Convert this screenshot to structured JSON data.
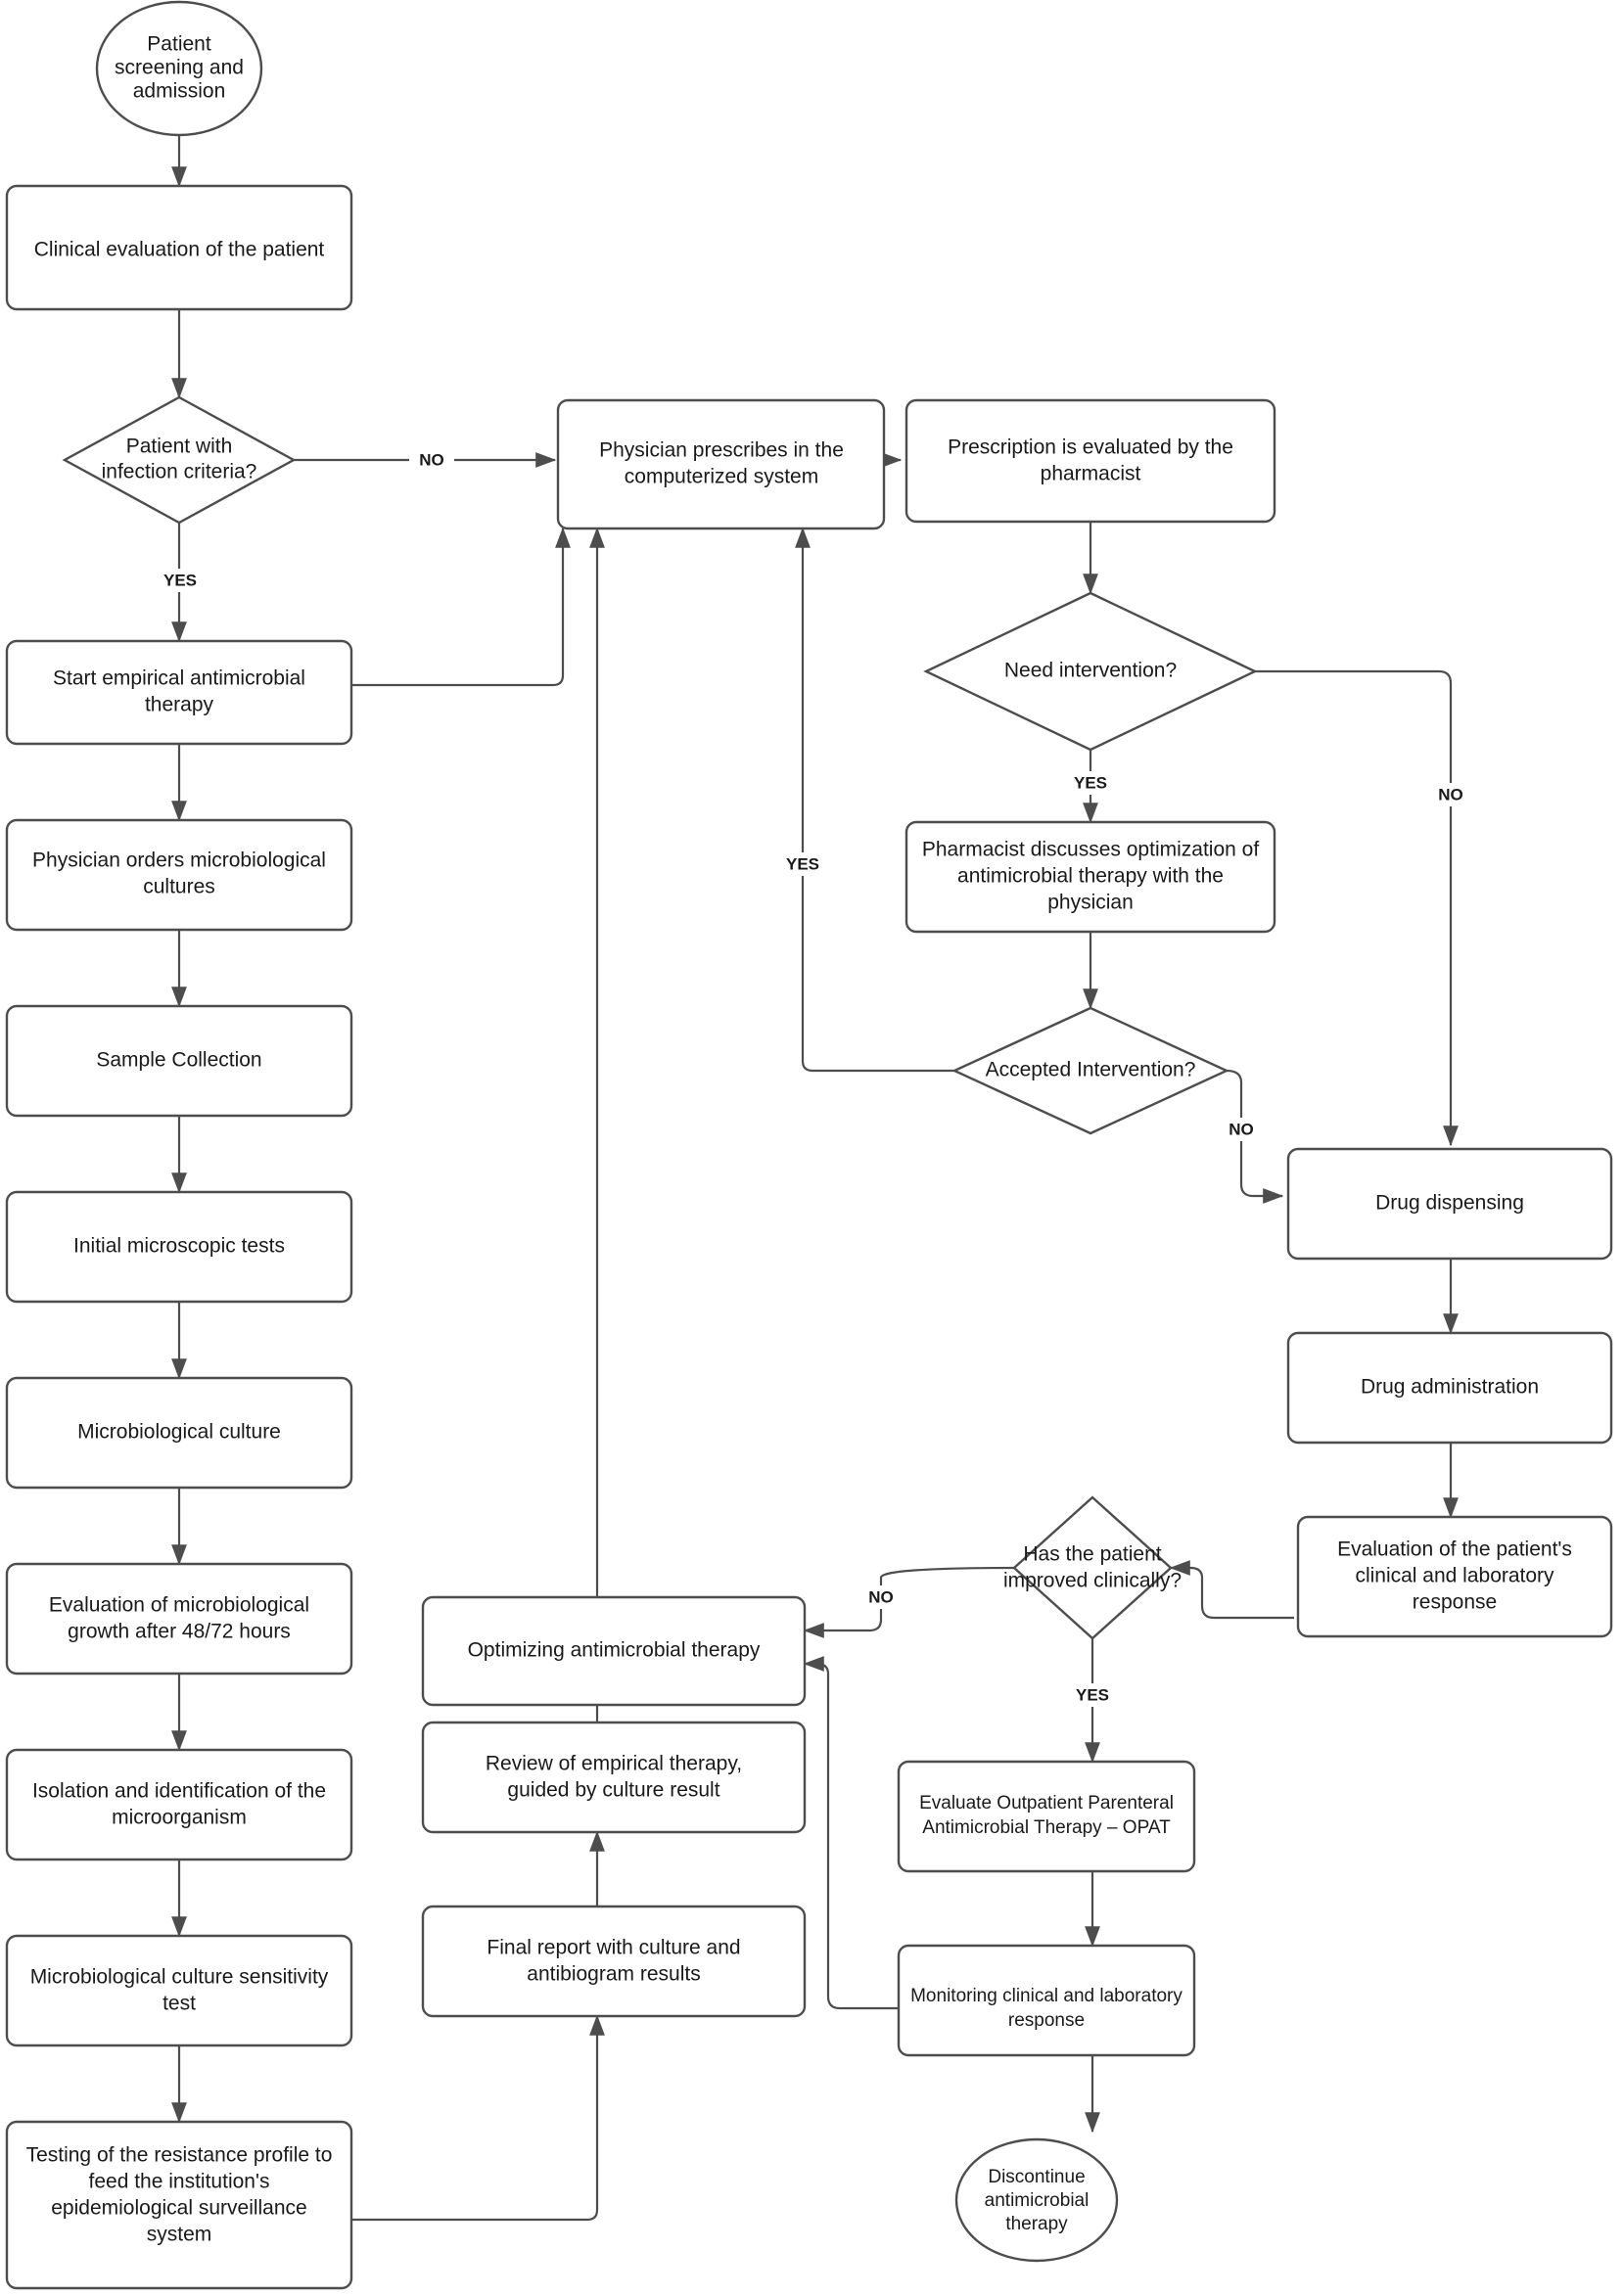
{
  "diagram": {
    "title": "Antimicrobial stewardship clinical workflow flowchart",
    "type": "flowchart",
    "colors": {
      "background": "#ffffff",
      "node_stroke": "#4d4d4d",
      "node_fill": "#ffffff",
      "text": "#1a1a1a",
      "edge_stroke": "#4d4d4d"
    }
  },
  "nodes": {
    "patient_screening": {
      "label_lines": [
        "Patient",
        "screening and",
        "admission"
      ],
      "shape": "ellipse"
    },
    "clinical_evaluation": {
      "label_lines": [
        "Clinical evaluation of the patient"
      ],
      "shape": "rounded-rect"
    },
    "infection_criteria": {
      "label_lines": [
        "Patient with",
        "infection criteria?"
      ],
      "shape": "diamond"
    },
    "start_empirical": {
      "label_lines": [
        "Start empirical antimicrobial",
        "therapy"
      ],
      "shape": "rounded-rect"
    },
    "orders_cultures": {
      "label_lines": [
        "Physician orders microbiological",
        "cultures"
      ],
      "shape": "rounded-rect"
    },
    "sample_collection": {
      "label_lines": [
        "Sample Collection"
      ],
      "shape": "rounded-rect"
    },
    "microscopic_tests": {
      "label_lines": [
        "Initial microscopic tests"
      ],
      "shape": "rounded-rect"
    },
    "microbiological_culture": {
      "label_lines": [
        "Microbiological culture"
      ],
      "shape": "rounded-rect"
    },
    "growth_evaluation": {
      "label_lines": [
        "Evaluation of microbiological",
        "growth after 48/72 hours"
      ],
      "shape": "rounded-rect"
    },
    "isolation_identification": {
      "label_lines": [
        "Isolation and identification of the",
        "microorganism"
      ],
      "shape": "rounded-rect"
    },
    "sensitivity_test": {
      "label_lines": [
        "Microbiological culture sensitivity",
        "test"
      ],
      "shape": "rounded-rect"
    },
    "resistance_profile": {
      "label_lines": [
        "Testing of the resistance profile to",
        "feed the institution's",
        "epidemiological surveillance",
        "system"
      ],
      "shape": "rounded-rect"
    },
    "physician_prescribes": {
      "label_lines": [
        "Physician prescribes in the",
        "computerized system"
      ],
      "shape": "rounded-rect"
    },
    "prescription_evaluated": {
      "label_lines": [
        "Prescription is evaluated by the",
        "pharmacist"
      ],
      "shape": "rounded-rect"
    },
    "need_intervention": {
      "label_lines": [
        "Need intervention?"
      ],
      "shape": "diamond"
    },
    "pharmacist_discusses": {
      "label_lines": [
        "Pharmacist discusses optimization of",
        "antimicrobial therapy with the",
        "physician"
      ],
      "shape": "rounded-rect"
    },
    "accepted_intervention": {
      "label_lines": [
        "Accepted Intervention?"
      ],
      "shape": "diamond"
    },
    "drug_dispensing": {
      "label_lines": [
        "Drug dispensing"
      ],
      "shape": "rounded-rect"
    },
    "drug_administration": {
      "label_lines": [
        "Drug administration"
      ],
      "shape": "rounded-rect"
    },
    "patient_response_evaluation": {
      "label_lines": [
        "Evaluation of the patient's",
        "clinical and laboratory",
        "response"
      ],
      "shape": "rounded-rect"
    },
    "improved_clinically": {
      "label_lines": [
        "Has the patient",
        "improved clinically?"
      ],
      "shape": "diamond"
    },
    "optimizing_therapy": {
      "label_lines": [
        "Optimizing antimicrobial therapy"
      ],
      "shape": "rounded-rect"
    },
    "review_empirical": {
      "label_lines": [
        "Review of empirical therapy,",
        "guided by culture result"
      ],
      "shape": "rounded-rect"
    },
    "final_report": {
      "label_lines": [
        "Final report with culture and",
        "antibiogram results"
      ],
      "shape": "rounded-rect"
    },
    "evaluate_opat": {
      "label_lines": [
        "Evaluate Outpatient Parenteral",
        "Antimicrobial Therapy – OPAT"
      ],
      "shape": "rounded-rect"
    },
    "monitoring_response": {
      "label_lines": [
        "Monitoring clinical and laboratory",
        "response"
      ],
      "shape": "rounded-rect"
    },
    "discontinue_therapy": {
      "label_lines": [
        "Discontinue",
        "antimicrobial",
        "therapy"
      ],
      "shape": "ellipse"
    }
  },
  "edge_labels": {
    "infection_no": "NO",
    "infection_yes": "YES",
    "need_intervention_yes": "YES",
    "need_intervention_no": "NO",
    "accepted_yes": "YES",
    "accepted_no": "NO",
    "improved_no": "NO",
    "improved_yes": "YES"
  }
}
